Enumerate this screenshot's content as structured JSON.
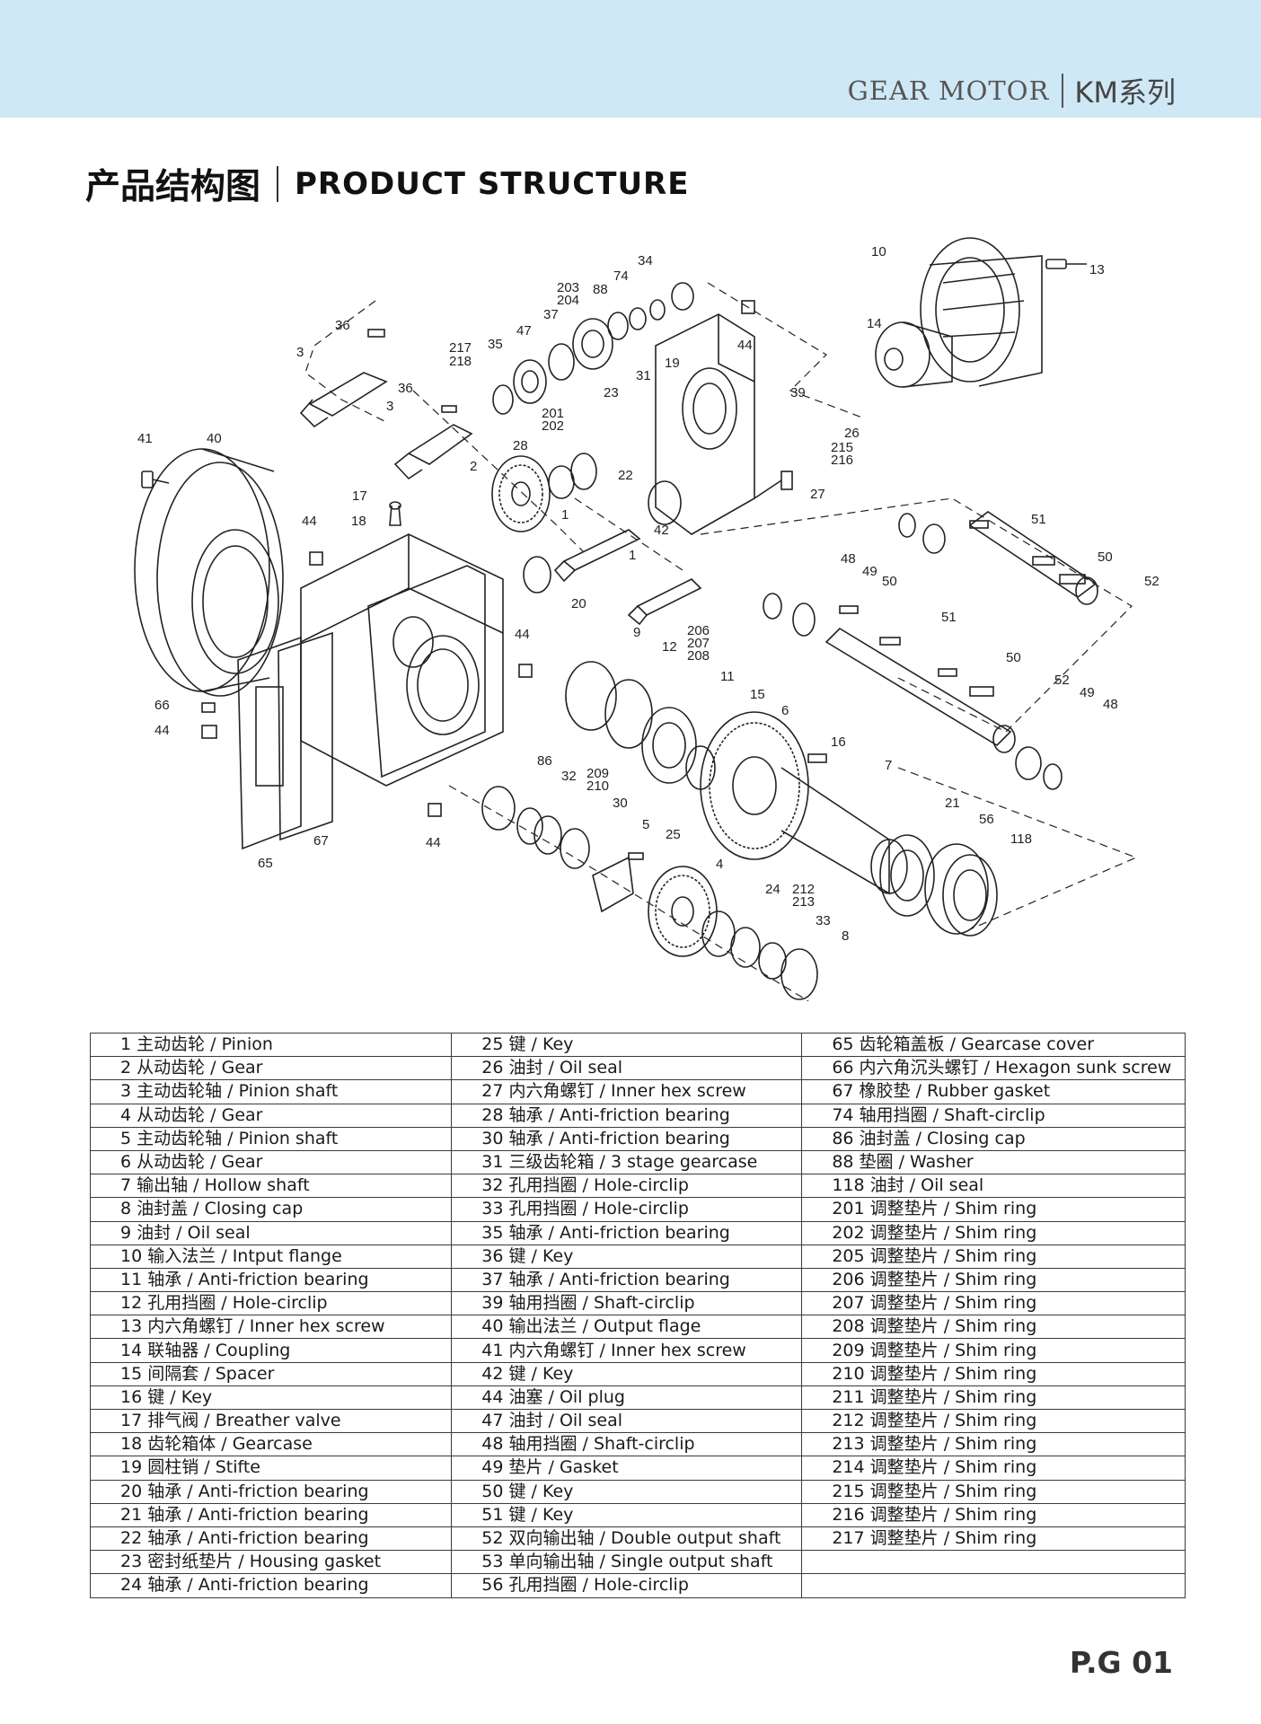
{
  "header": {
    "brand": "GEAR MOTOR",
    "series": "KM系列"
  },
  "title": {
    "cn": "产品结构图",
    "en": "PRODUCT STRUCTURE"
  },
  "diagram_callouts": [
    "10",
    "13",
    "14",
    "34",
    "74",
    "203",
    "204",
    "88",
    "37",
    "47",
    "36",
    "3",
    "217",
    "218",
    "35",
    "44",
    "19",
    "31",
    "23",
    "39",
    "26",
    "215",
    "216",
    "41",
    "40",
    "201",
    "202",
    "28",
    "2",
    "22",
    "27",
    "17",
    "18",
    "44",
    "42",
    "1",
    "1",
    "51",
    "50",
    "52",
    "48",
    "49",
    "50",
    "20",
    "51",
    "50",
    "206",
    "207",
    "208",
    "9",
    "12",
    "11",
    "15",
    "6",
    "66",
    "44",
    "44",
    "86",
    "32",
    "209",
    "210",
    "30",
    "5",
    "25",
    "16",
    "7",
    "21",
    "56",
    "118",
    "4",
    "24",
    "212",
    "213",
    "33",
    "8",
    "65",
    "67",
    "44",
    "52",
    "49",
    "48",
    "36",
    "3"
  ],
  "parts": {
    "col1": [
      "1 主动齿轮 / Pinion",
      "2 从动齿轮 / Gear",
      "3 主动齿轮轴 / Pinion shaft",
      "4 从动齿轮 / Gear",
      "5 主动齿轮轴 / Pinion shaft",
      "6 从动齿轮 / Gear",
      "7 输出轴 / Hollow shaft",
      "8 油封盖 / Closing cap",
      "9 油封 / Oil seal",
      "10 输入法兰 / Intput flange",
      "11 轴承 / Anti-friction bearing",
      "12 孔用挡圈 / Hole-circlip",
      "13 内六角螺钉 / Inner hex screw",
      "14 联轴器 / Coupling",
      "15 间隔套 / Spacer",
      "16 键 / Key",
      "17 排气阀 / Breather valve",
      "18 齿轮箱体 / Gearcase",
      "19 圆柱销 / Stifte",
      "20 轴承 / Anti-friction bearing",
      "21 轴承 / Anti-friction bearing",
      "22 轴承 / Anti-friction bearing",
      "23 密封纸垫片 / Housing gasket",
      "24 轴承 / Anti-friction bearing"
    ],
    "col2": [
      "25 键 / Key",
      "26 油封 / Oil seal",
      "27 内六角螺钉 / Inner hex screw",
      "28 轴承 / Anti-friction bearing",
      "30 轴承 / Anti-friction bearing",
      "31 三级齿轮箱 / 3 stage gearcase",
      "32 孔用挡圈 / Hole-circlip",
      "33 孔用挡圈 / Hole-circlip",
      "35 轴承 / Anti-friction bearing",
      "36 键 / Key",
      "37 轴承 / Anti-friction bearing",
      "39 轴用挡圈 / Shaft-circlip",
      "40 输出法兰 / Output flage",
      "41 内六角螺钉 / Inner hex screw",
      "42 键 / Key",
      "44 油塞 / Oil plug",
      "47 油封 / Oil seal",
      "48 轴用挡圈 / Shaft-circlip",
      "49 垫片 / Gasket",
      "50 键 / Key",
      "51 键 / Key",
      "52 双向输出轴 / Double output shaft",
      "53 单向输出轴 / Single output shaft",
      "56 孔用挡圈 / Hole-circlip"
    ],
    "col3": [
      "65 齿轮箱盖板 / Gearcase cover",
      "66 内六角沉头螺钉 / Hexagon sunk screw",
      "67 橡胶垫 / Rubber gasket",
      "74 轴用挡圈 / Shaft-circlip",
      "86 油封盖 / Closing cap",
      "88 垫圈 / Washer",
      "118 油封 / Oil seal",
      "201 调整垫片 / Shim ring",
      "202 调整垫片 / Shim ring",
      "205 调整垫片 / Shim ring",
      "206 调整垫片 / Shim ring",
      "207 调整垫片 / Shim ring",
      "208 调整垫片 / Shim ring",
      "209 调整垫片 / Shim ring",
      "210 调整垫片 / Shim ring",
      "211 调整垫片 / Shim ring",
      "212 调整垫片 / Shim ring",
      "213 调整垫片 / Shim ring",
      "214 调整垫片 / Shim ring",
      "215 调整垫片 / Shim ring",
      "216 调整垫片 / Shim ring",
      "217 调整垫片 / Shim ring",
      "",
      ""
    ]
  },
  "footer": {
    "page": "P.G 01"
  }
}
